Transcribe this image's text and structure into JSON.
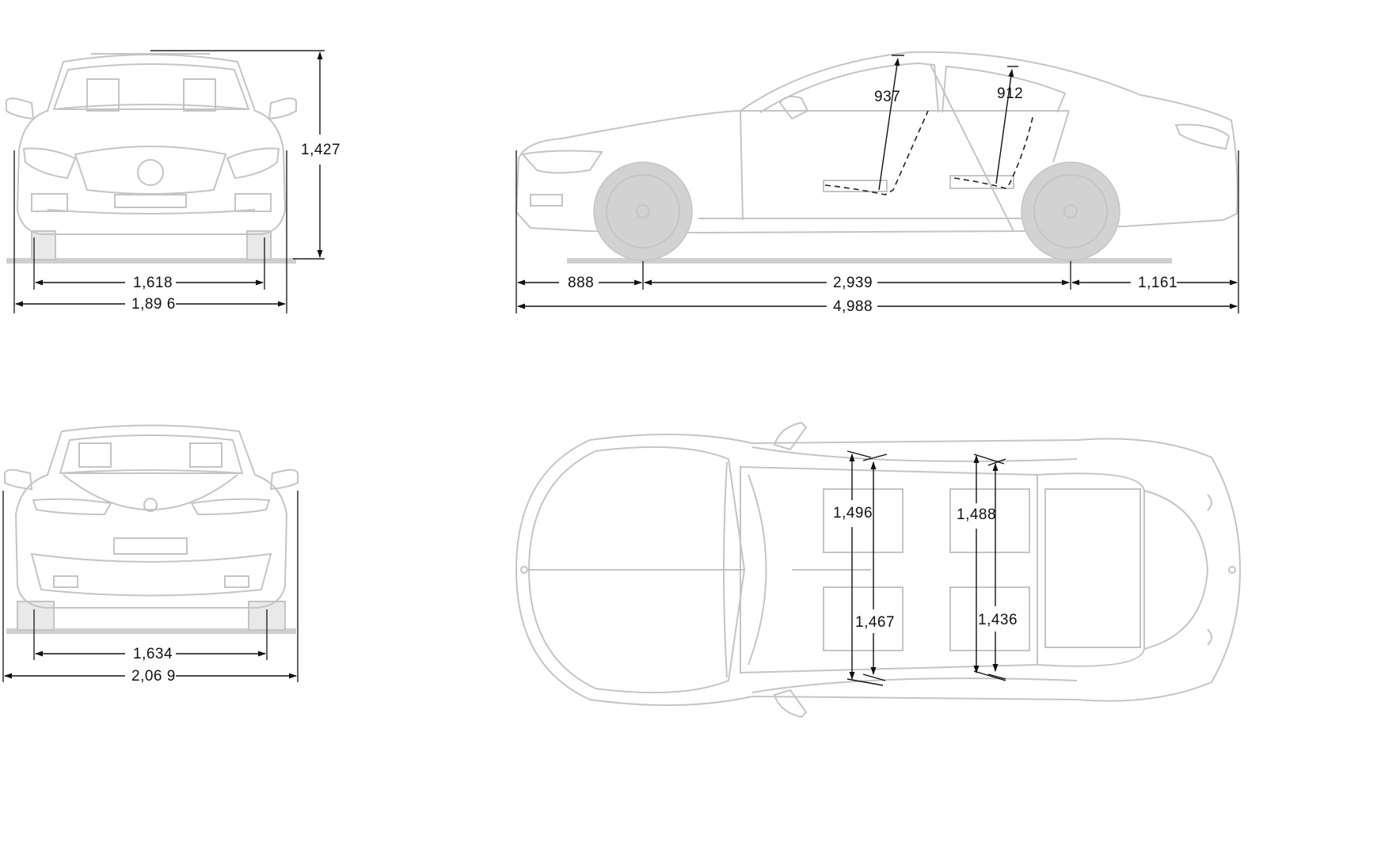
{
  "views": {
    "front": {
      "height": "1,427",
      "track_front": "1,618",
      "width": "1,89 6"
    },
    "side": {
      "headroom_front": "937",
      "headroom_rear": "912",
      "overhang_front": "888",
      "wheelbase": "2,939",
      "overhang_rear": "1,161",
      "length": "4,988"
    },
    "rear": {
      "track_rear": "1,634",
      "width_mirrors": "2,06 9"
    },
    "top": {
      "shoulder_front": "1,496",
      "shoulder_rear": "1,488",
      "hip_front": "1,467",
      "hip_rear": "1,436"
    }
  },
  "colors": {
    "drawing_line": "#c4c4c4",
    "dimension_line": "#111111",
    "ground": "#cfcfcf"
  }
}
